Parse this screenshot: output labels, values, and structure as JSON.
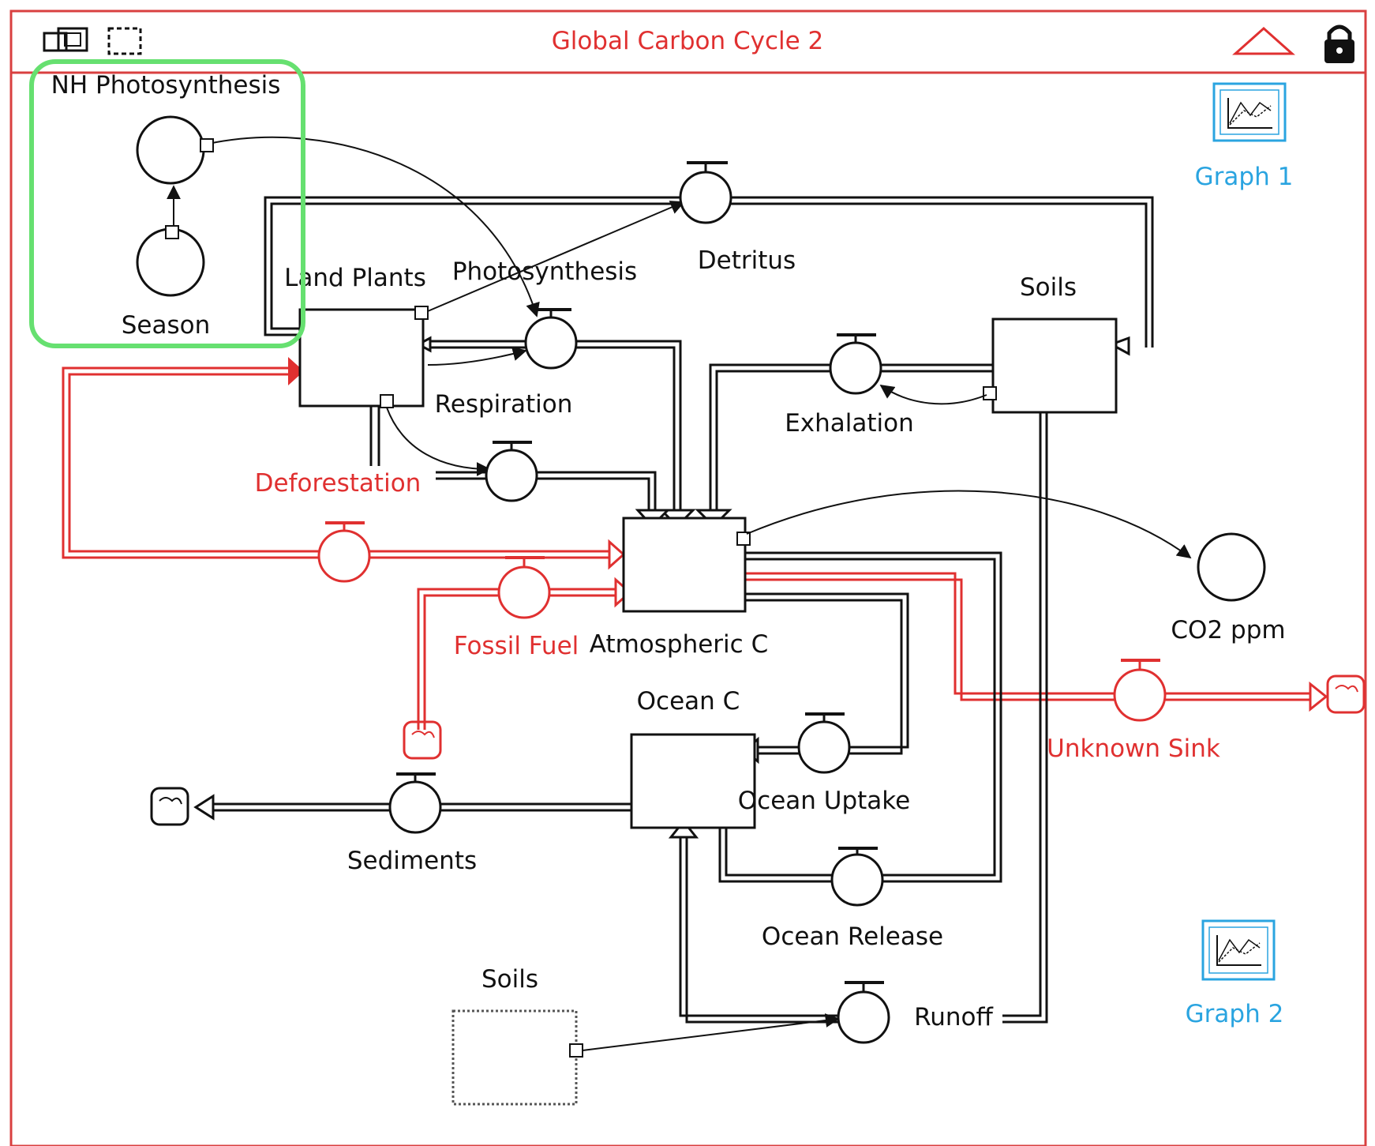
{
  "window": {
    "title": "Global Carbon Cycle 2"
  },
  "toolbar": {
    "icons": [
      "map-view-icon",
      "select-region-icon",
      "triangle-collapse-icon",
      "lock-icon"
    ]
  },
  "selection_group": {
    "label": "NH Photosynthesis"
  },
  "nodes": {
    "nh_photosynthesis_conv": "",
    "season": "Season",
    "land_plants": "Land Plants",
    "photosynthesis": "Photosynthesis",
    "detritus": "Detritus",
    "soils": "Soils",
    "respiration": "Respiration",
    "exhalation": "Exhalation",
    "deforestation": "Deforestation",
    "atmospheric_c": "Atmospheric C",
    "fossil_fuel": "Fossil Fuel",
    "co2_ppm": "CO2 ppm",
    "unknown_sink": "Unknown Sink",
    "ocean_c": "Ocean C",
    "ocean_uptake": "Ocean Uptake",
    "sediments": "Sediments",
    "ocean_release": "Ocean Release",
    "soils_ghost": "Soils",
    "runoff": "Runoff"
  },
  "graphs": {
    "graph1": "Graph 1",
    "graph2": "Graph 2"
  },
  "colors": {
    "frame": "#d94040",
    "red_flow": "#e03030",
    "black": "#111111",
    "selection": "#66e070",
    "graph_blue": "#2aa4e0"
  }
}
